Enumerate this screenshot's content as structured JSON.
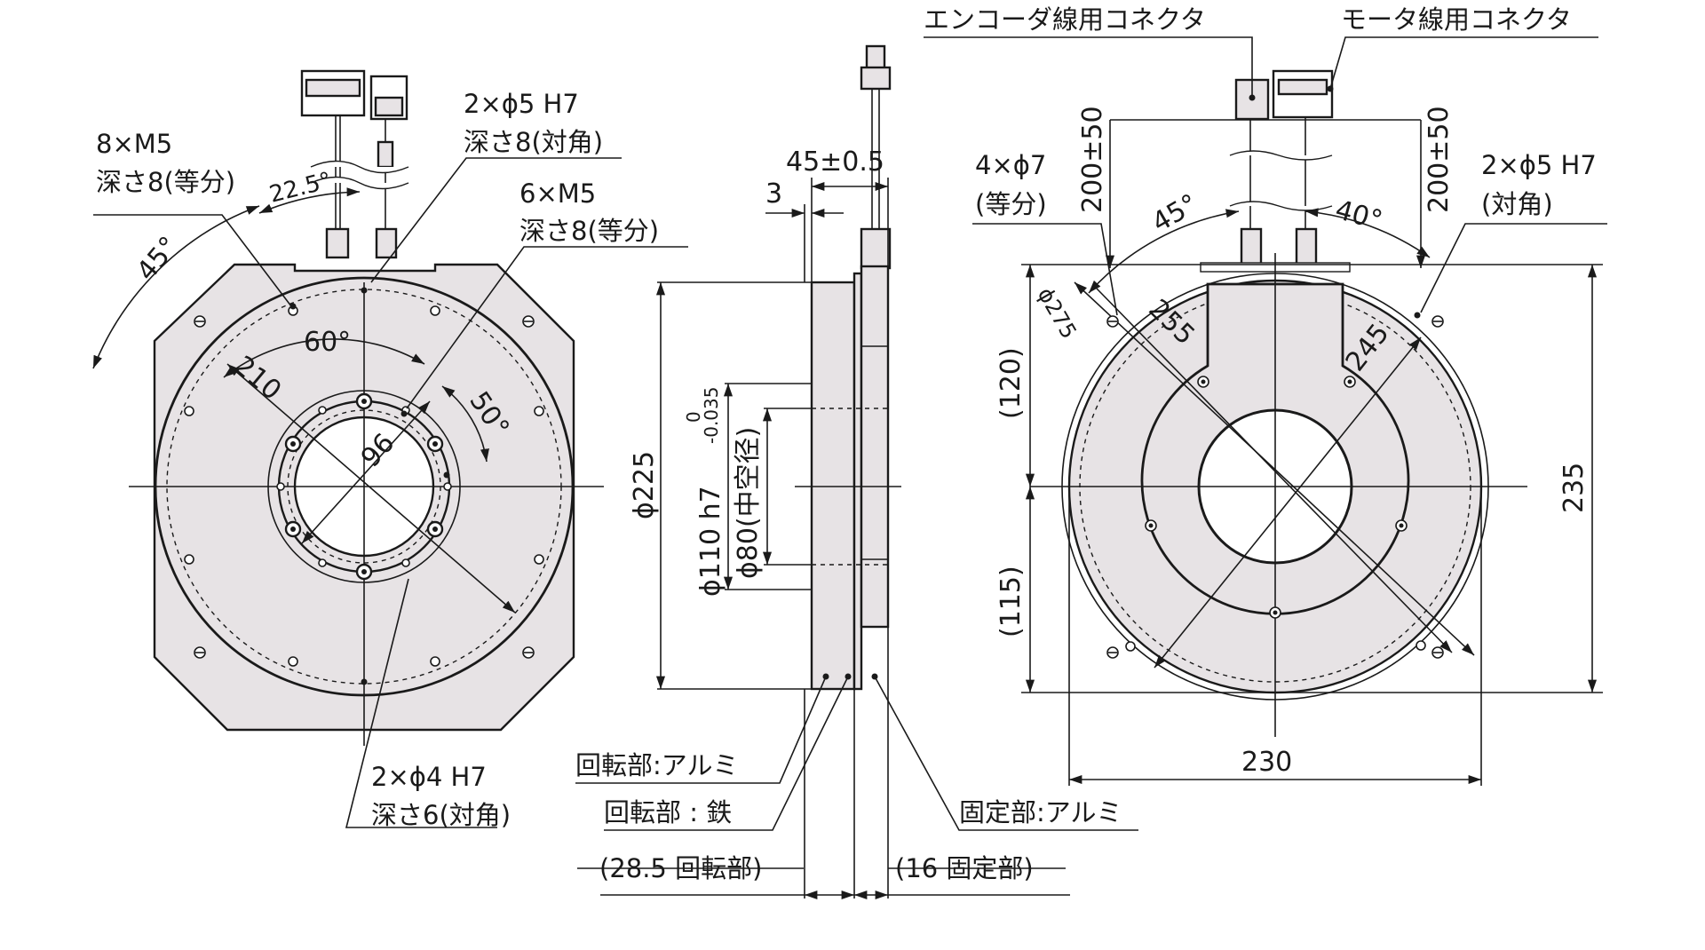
{
  "left_view": {
    "label_8xm5": "8×M5",
    "label_8xm5_depth": "深さ8(等分)",
    "label_2xphi5": "2×ϕ5 H7",
    "label_2xphi5_depth": "深さ8(対角)",
    "label_6xm5": "6×M5",
    "label_6xm5_depth": "深さ8(等分)",
    "label_2xphi4": "2×ϕ4 H7",
    "label_2xphi4_depth": "深さ6(対角)",
    "angle_45": "45°",
    "angle_22_5": "22.5°",
    "angle_60": "60°",
    "angle_50": "50°",
    "dim_210": "210",
    "dim_96": "96"
  },
  "side_view": {
    "dim_45": "45±0.5",
    "dim_3": "3",
    "dim_phi225": "ϕ225",
    "dim_phi110": "ϕ110 h7",
    "tol_upper": "0",
    "tol_lower": "-0.035",
    "dim_phi80": "ϕ80(中空径)",
    "label_rotor_alu": "回転部:アルミ",
    "label_rotor_iron": "回転部 : 鉄",
    "label_stator_alu": "固定部:アルミ",
    "dim_28_5": "(28.5 回転部)",
    "dim_16": "(16 固定部)"
  },
  "right_view": {
    "label_encoder_connector": "エンコーダ線用コネクタ",
    "label_motor_connector": "モータ線用コネクタ",
    "dim_200_left": "200±50",
    "dim_200_right": "200±50",
    "label_4xphi7": "4×ϕ7",
    "label_4xphi7_note": "(等分)",
    "label_2xphi5": "2×ϕ5 H7",
    "label_2xphi5_note": "(対角)",
    "angle_45": "45°",
    "angle_40": "40°",
    "dim_phi275": "ϕ275",
    "dim_255": "255",
    "dim_245": "245",
    "dim_120": "(120)",
    "dim_115": "(115)",
    "dim_235": "235",
    "dim_230": "230"
  }
}
